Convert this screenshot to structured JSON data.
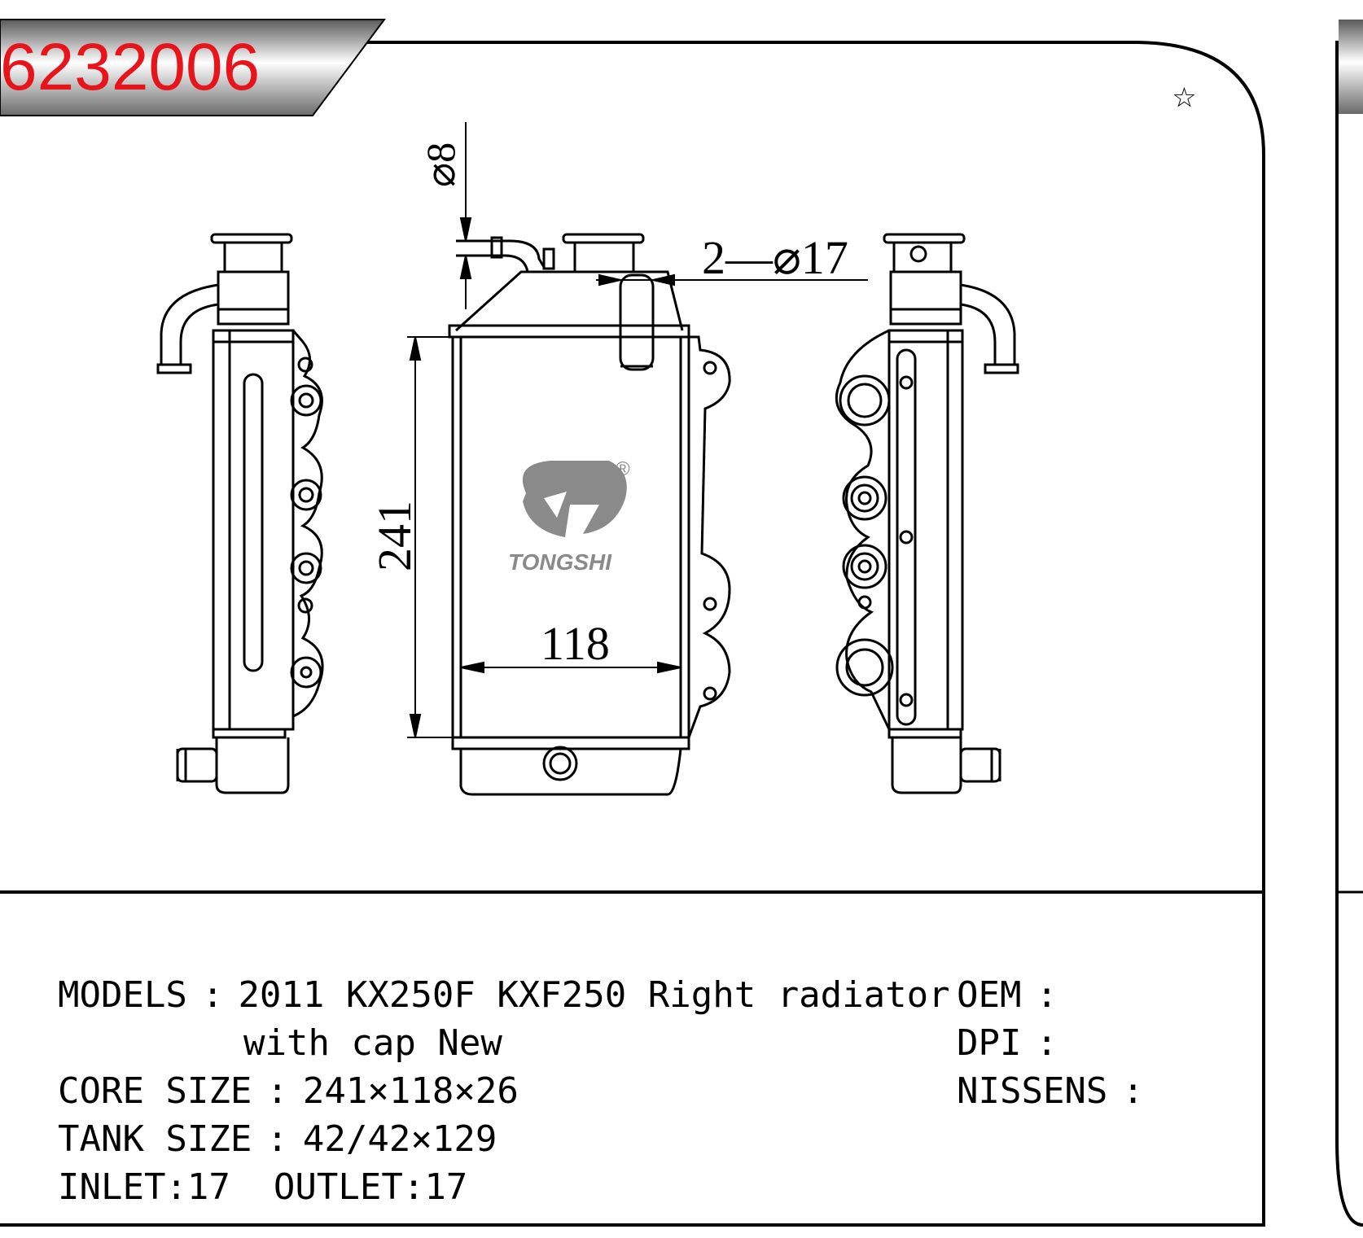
{
  "part_number": "6232006",
  "star_icon": "star-outline-icon",
  "dimensions": {
    "pipe_top": "⌀8",
    "inlet_outlet": "2—⌀17",
    "height": "241",
    "width": "118"
  },
  "logo": {
    "text": "TONGSHI",
    "registered": "®"
  },
  "specs": {
    "models_label": "MODELS",
    "models_value_line1": "2011 KX250F KXF250 Right radiator",
    "models_value_line2": "with cap New",
    "core_size_label": "CORE SIZE",
    "core_size_value": "241×118×26",
    "tank_size_label": "TANK SIZE",
    "tank_size_value": "42/42×129",
    "inlet_outlet_text": "INLET:17  OUTLET:17",
    "oem_label": "OEM",
    "oem_value": "",
    "dpi_label": "DPI",
    "dpi_value": "",
    "nissens_label": "NISSENS",
    "nissens_value": "",
    "separator": ":"
  },
  "colors": {
    "part_number_text": "#e8141c",
    "logo_gray": "#8a8a8a"
  }
}
